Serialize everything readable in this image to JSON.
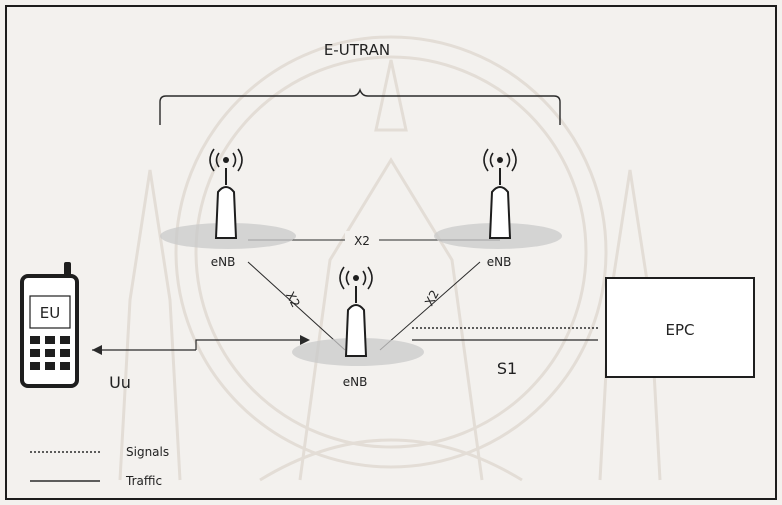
{
  "diagram": {
    "title": "E-UTRAN",
    "enb_label": "eNB",
    "x2_label": "X2",
    "s1_label": "S1",
    "uu_label": "Uu",
    "ue_label": "EU",
    "epc_label": "EPC",
    "legend": {
      "signals": "Signals",
      "traffic": "Traffic"
    },
    "colors": {
      "line": "#2a2a2a",
      "halo": "#c9c9c9",
      "watermark": "#e3ddd6"
    }
  }
}
